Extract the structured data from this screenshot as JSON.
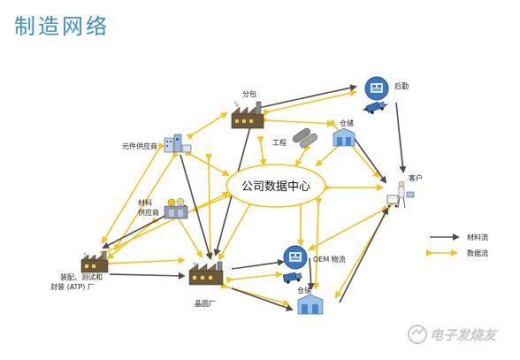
{
  "title": "制造网络",
  "hub": {
    "label": "公司数据中心"
  },
  "nodes": {
    "subcontract": "分包",
    "logistics": "后勤",
    "component_supplier": "元件供应商",
    "engineering": "工程",
    "warehouse_top": "仓储",
    "customer": "客户",
    "material_supplier_line1": "材料",
    "material_supplier_line2": "供应商",
    "atp_line1": "装配、测试和",
    "atp_line2": "封装 (ATP) 厂",
    "wafer_fab": "晶圆厂",
    "oem_logistics": "OEM 物流",
    "warehouse_bottom": "仓储"
  },
  "legend": {
    "material_flow": "材料流",
    "data_flow": "数据流"
  },
  "watermark": "电子发烧友",
  "colors": {
    "title": "#3a8fc7",
    "material_arrow": "#4a4a4a",
    "data_arrow": "#f2c318",
    "hub_border": "#f2c318"
  }
}
